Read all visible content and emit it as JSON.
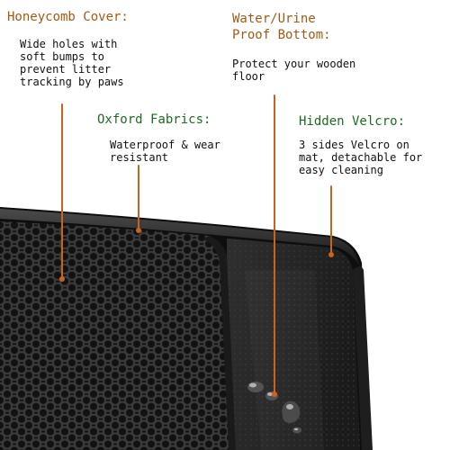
{
  "callouts": {
    "honeycomb": {
      "title": "Honeycomb Cover:",
      "lines": [
        "Wide holes with",
        "soft bumps to",
        "prevent litter",
        "tracking by paws"
      ]
    },
    "waterproof": {
      "title_lines": [
        "Water/Urine",
        "Proof Bottom:"
      ],
      "lines": [
        "Protect your wooden",
        "floor"
      ]
    },
    "oxford": {
      "title": "Oxford Fabrics:",
      "lines": [
        "Waterproof & wear",
        "resistant"
      ]
    },
    "velcro": {
      "title": "Hidden Velcro:",
      "lines": [
        "3 sides Velcro on",
        "mat, detachable for",
        "easy cleaning"
      ]
    }
  },
  "colors": {
    "heading_brown": "#a15a14",
    "heading_green": "#1e6b22",
    "leader_line": "#c8641c",
    "mat_black": "#111111",
    "mat_panel": "#2b2b2b"
  }
}
